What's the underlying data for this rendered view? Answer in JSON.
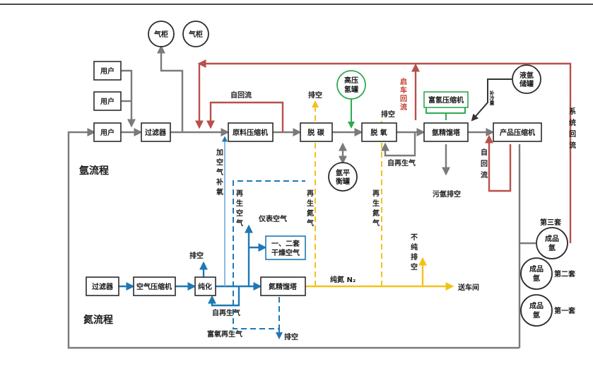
{
  "labels": {
    "user_1": "用户",
    "user_2": "用户",
    "user_3": "用户",
    "gas_cabinet_1": "气柜",
    "gas_cabinet_2": "气柜",
    "filter_ar": "过滤器",
    "raw_compressor": "原料压缩机",
    "decarbon": "脱 碳",
    "deoxy": "脱 氧",
    "ar_tower": "氩精馏塔",
    "product_compressor": "产品压缩机",
    "h2_tank_1": "高压",
    "h2_tank_2": "氢罐",
    "h2_rich_compressor": "富氢压缩机",
    "liquid_ar_1": "液氩",
    "liquid_ar_2": "储罐",
    "ar_balance_1": "氩平",
    "ar_balance_2": "衡罐",
    "self_reflux_top": "自回流",
    "vent_top": "排空",
    "vent_mid": "排空",
    "startup_reflux": "启车回流",
    "self_regen_gas_ar": "自再生气",
    "makeup_cooling": "补冷量",
    "system_reflux": "系统回流",
    "self_reflux_right": "自回流",
    "waste_ar_vent": "污氩排空",
    "add_air_makeup_o2": "加空气补氧",
    "regen_air": "再生空气",
    "regen_n2_1": "再生氮气",
    "regen_n2_2": "再生氮气",
    "instrument_air": "仪表空气",
    "dry_air_1": "一、二套",
    "dry_air_2": "干燥空气",
    "impure_vent": "不纯排空",
    "argon_process": "氩流程",
    "nitrogen_process": "氮流程",
    "filter_n2": "过滤器",
    "air_compressor": "空气压缩机",
    "purify": "纯化",
    "n2_tower": "氮精馏塔",
    "vent_purify": "排空",
    "pure_n2": "纯氮 N₂",
    "to_workshop": "送车间",
    "self_regen_gas_n2": "自再生气",
    "o2_rich_regen_gas": "富氧再生气",
    "vent_bottom": "排空",
    "set_3": "第三套",
    "set_2": "第二套",
    "set_1": "第一套",
    "product_ar_1_a": "成品",
    "product_ar_1_b": "氩",
    "product_ar_2_a": "成品",
    "product_ar_2_b": "氩",
    "product_ar_3_a": "成品",
    "product_ar_3_b": "氩"
  },
  "colors": {
    "argon_line": "#7a7a7a",
    "reflux_line": "#b8504b",
    "air_line": "#1f78b4",
    "nitrogen_line": "#f2c21a",
    "hydrogen_line": "#2eaa52",
    "box_border": "#2b2b2b"
  }
}
